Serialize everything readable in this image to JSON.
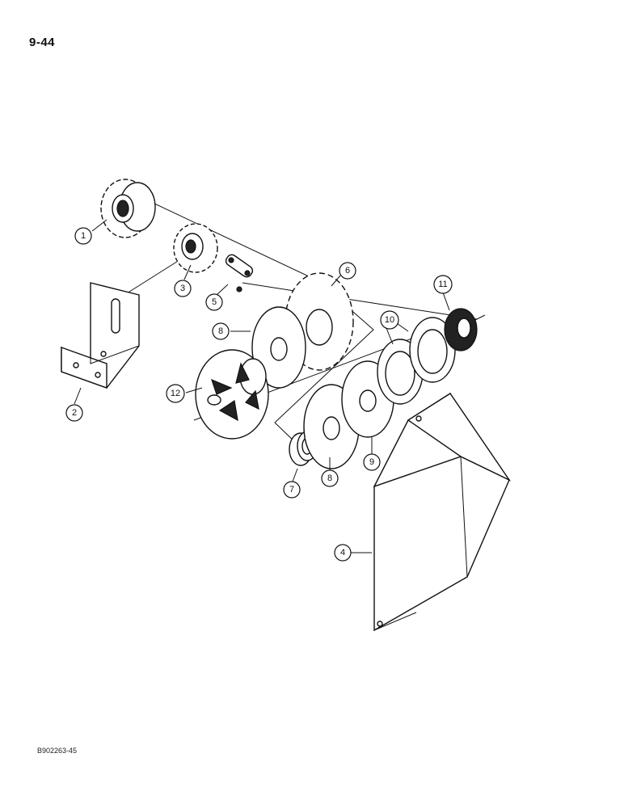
{
  "page": {
    "number": "9-44",
    "figure_code": "B902263-45"
  },
  "callouts": [
    "1",
    "2",
    "3",
    "4",
    "5",
    "6",
    "7",
    "8",
    "8",
    "9",
    "10",
    "11",
    "12"
  ],
  "parts": {
    "drive_sprocket_small": "1",
    "mounting_bracket": "2",
    "idler_sprocket": "3",
    "chute_housing": "4",
    "connecting_link": "5",
    "large_sprocket": "6",
    "spacer_bushing": "7",
    "washer": "8",
    "plate_washer": "9",
    "spring_washer": "10",
    "lock_nut": "11",
    "impeller_disc": "12"
  }
}
